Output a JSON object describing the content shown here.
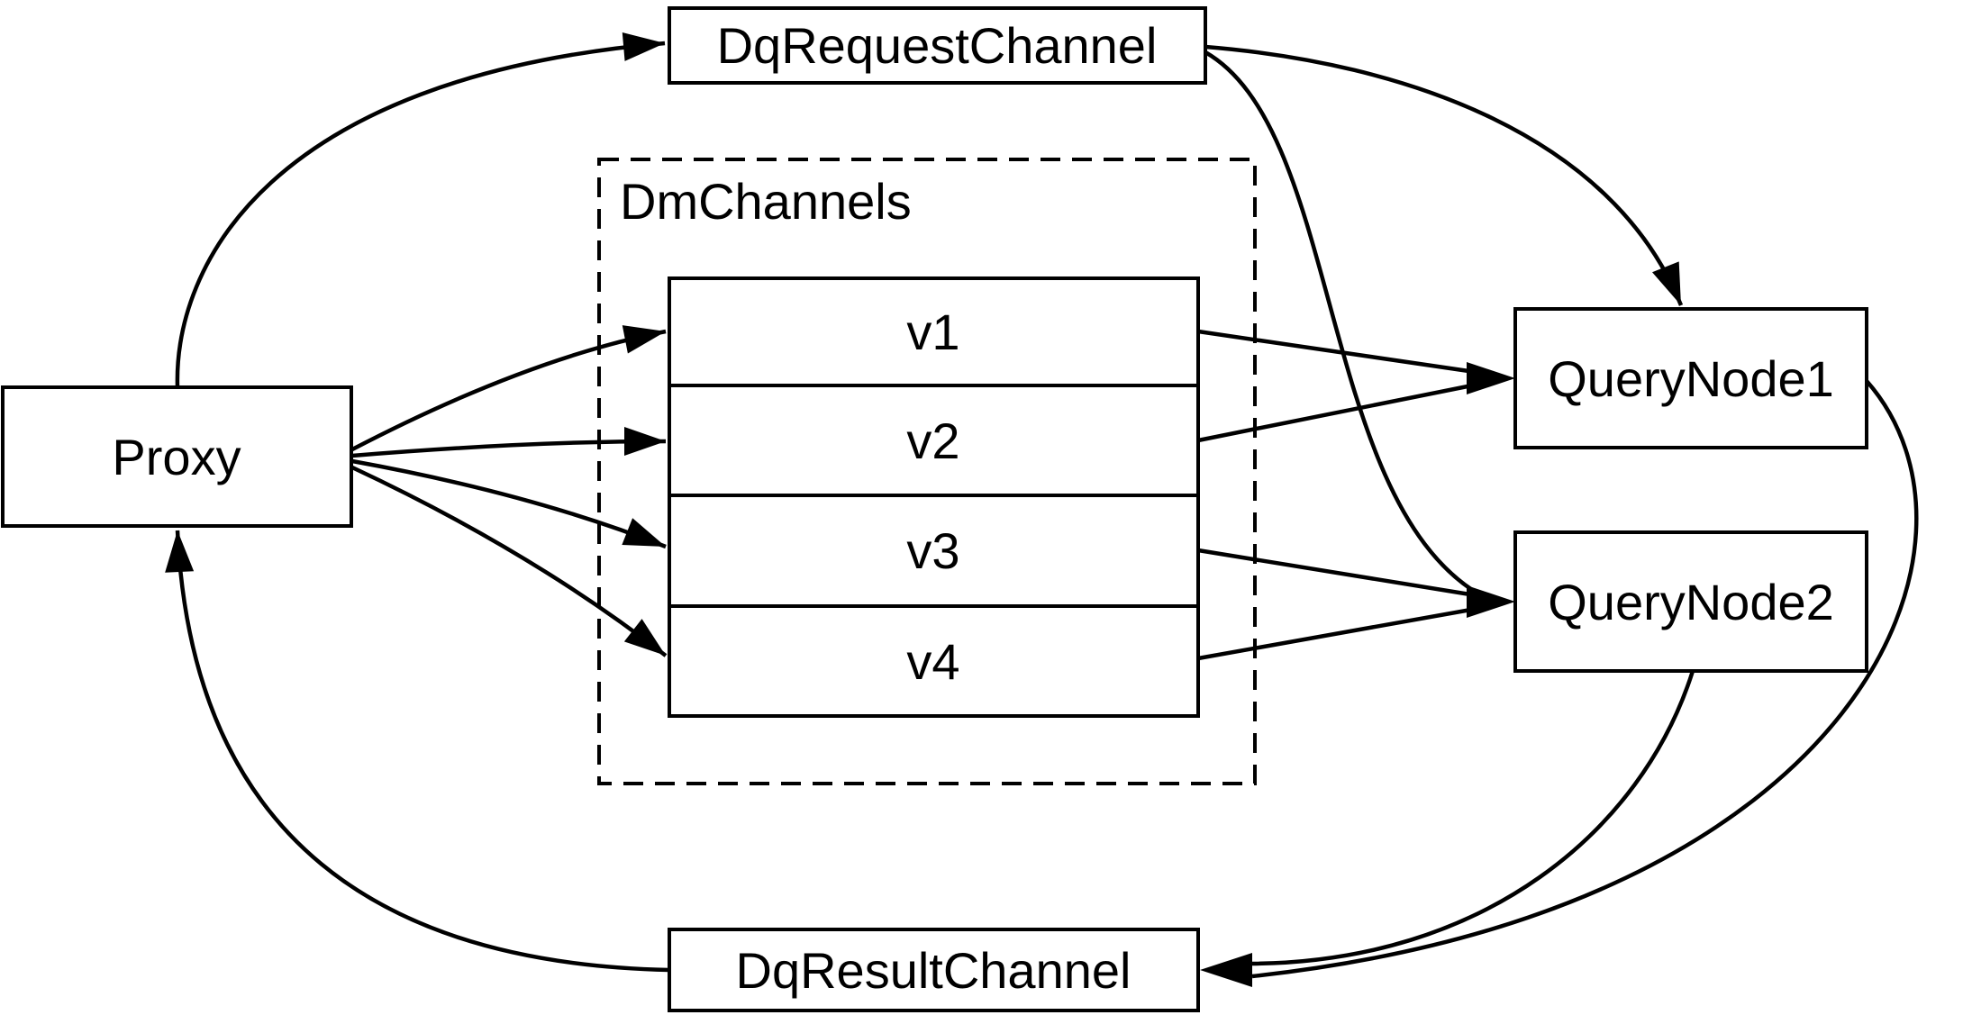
{
  "diagram": {
    "background_color": "#ffffff",
    "stroke_color": "#000000",
    "nodes": {
      "proxy": {
        "label": "Proxy"
      },
      "dq_request_channel": {
        "label": "DqRequestChannel"
      },
      "dm_channels": {
        "label": "DmChannels",
        "channels": [
          {
            "label": "v1"
          },
          {
            "label": "v2"
          },
          {
            "label": "v3"
          },
          {
            "label": "v4"
          }
        ]
      },
      "query_node_1": {
        "label": "QueryNode1"
      },
      "query_node_2": {
        "label": "QueryNode2"
      },
      "dq_result_channel": {
        "label": "DqResultChannel"
      }
    },
    "edges": [
      {
        "from": "Proxy",
        "to": "DqRequestChannel"
      },
      {
        "from": "Proxy",
        "to": "v1"
      },
      {
        "from": "Proxy",
        "to": "v2"
      },
      {
        "from": "Proxy",
        "to": "v3"
      },
      {
        "from": "Proxy",
        "to": "v4"
      },
      {
        "from": "DqRequestChannel",
        "to": "QueryNode1"
      },
      {
        "from": "DqRequestChannel",
        "to": "QueryNode2"
      },
      {
        "from": "v1",
        "to": "QueryNode1"
      },
      {
        "from": "v2",
        "to": "QueryNode1"
      },
      {
        "from": "v3",
        "to": "QueryNode2"
      },
      {
        "from": "v4",
        "to": "QueryNode2"
      },
      {
        "from": "QueryNode1",
        "to": "DqResultChannel"
      },
      {
        "from": "QueryNode2",
        "to": "DqResultChannel"
      },
      {
        "from": "DqResultChannel",
        "to": "Proxy"
      }
    ]
  }
}
